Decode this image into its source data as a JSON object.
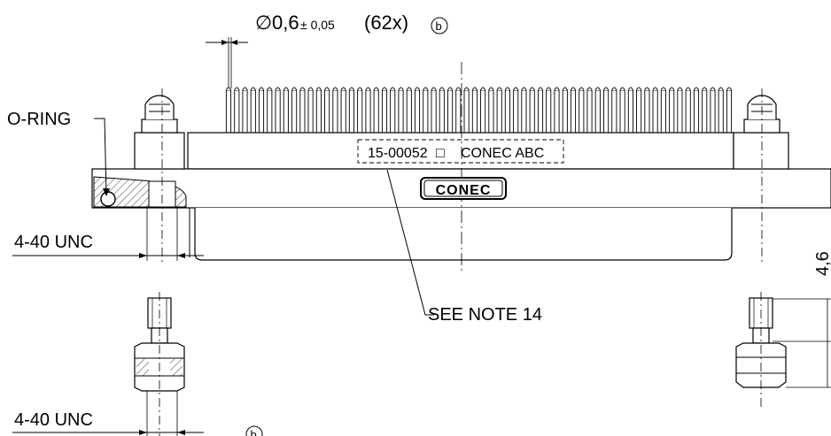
{
  "dimension_pin": {
    "symbol": "∅",
    "value": "0,6",
    "tolerance": "± 0,05",
    "count": "(62x)",
    "ref": "b"
  },
  "labels": {
    "o_ring": "O-RING",
    "thread_top": "4-40 UNC",
    "thread_bottom": "4-40 UNC",
    "see_note": "SEE NOTE 14",
    "height_dim": "4,6",
    "ref_bottom": "b"
  },
  "marking": {
    "part_number": "15-00052",
    "box_symbol": "□",
    "brand_text": "CONEC ABC",
    "logo": "CONEC"
  },
  "pin_count_shown": 62
}
